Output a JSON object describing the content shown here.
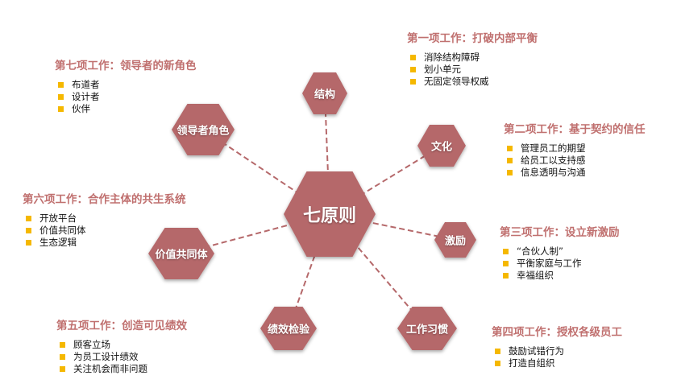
{
  "center": "七原则",
  "nodes": [
    "结构",
    "文化",
    "激励",
    "工作习惯",
    "绩效检验",
    "价值共同体",
    "领导者角色"
  ],
  "blocks": [
    {
      "title": "第一项工作：打破内部平衡",
      "items": [
        "消除结构障碍",
        "划小单元",
        "无固定领导权威"
      ]
    },
    {
      "title": "第二项工作：基于契约的信任",
      "items": [
        "管理员工的期望",
        "给员工以支持感",
        "信息透明与沟通"
      ]
    },
    {
      "title": "第三项工作：设立新激励",
      "items": [
        "“合伙人制”",
        "平衡家庭与工作",
        "幸福组织"
      ]
    },
    {
      "title": "第四项工作：授权各级员工",
      "items": [
        "鼓励试错行为",
        "打造自组织"
      ]
    },
    {
      "title": "第五项工作：创造可见绩效",
      "items": [
        "顾客立场",
        "为员工设计绩效",
        "关注机会而非问题"
      ]
    },
    {
      "title": "第六项工作：合作主体的共生系统",
      "items": [
        "开放平台",
        "价值共同体",
        "生态逻辑"
      ]
    },
    {
      "title": "第七项工作：领导者的新角色",
      "items": [
        "布道者",
        "设计者",
        "伙伴"
      ]
    }
  ],
  "colors": {
    "hex": "#b5686a",
    "title": "#c0706f",
    "bullet": "#f5b800",
    "line": "#b5686a"
  }
}
